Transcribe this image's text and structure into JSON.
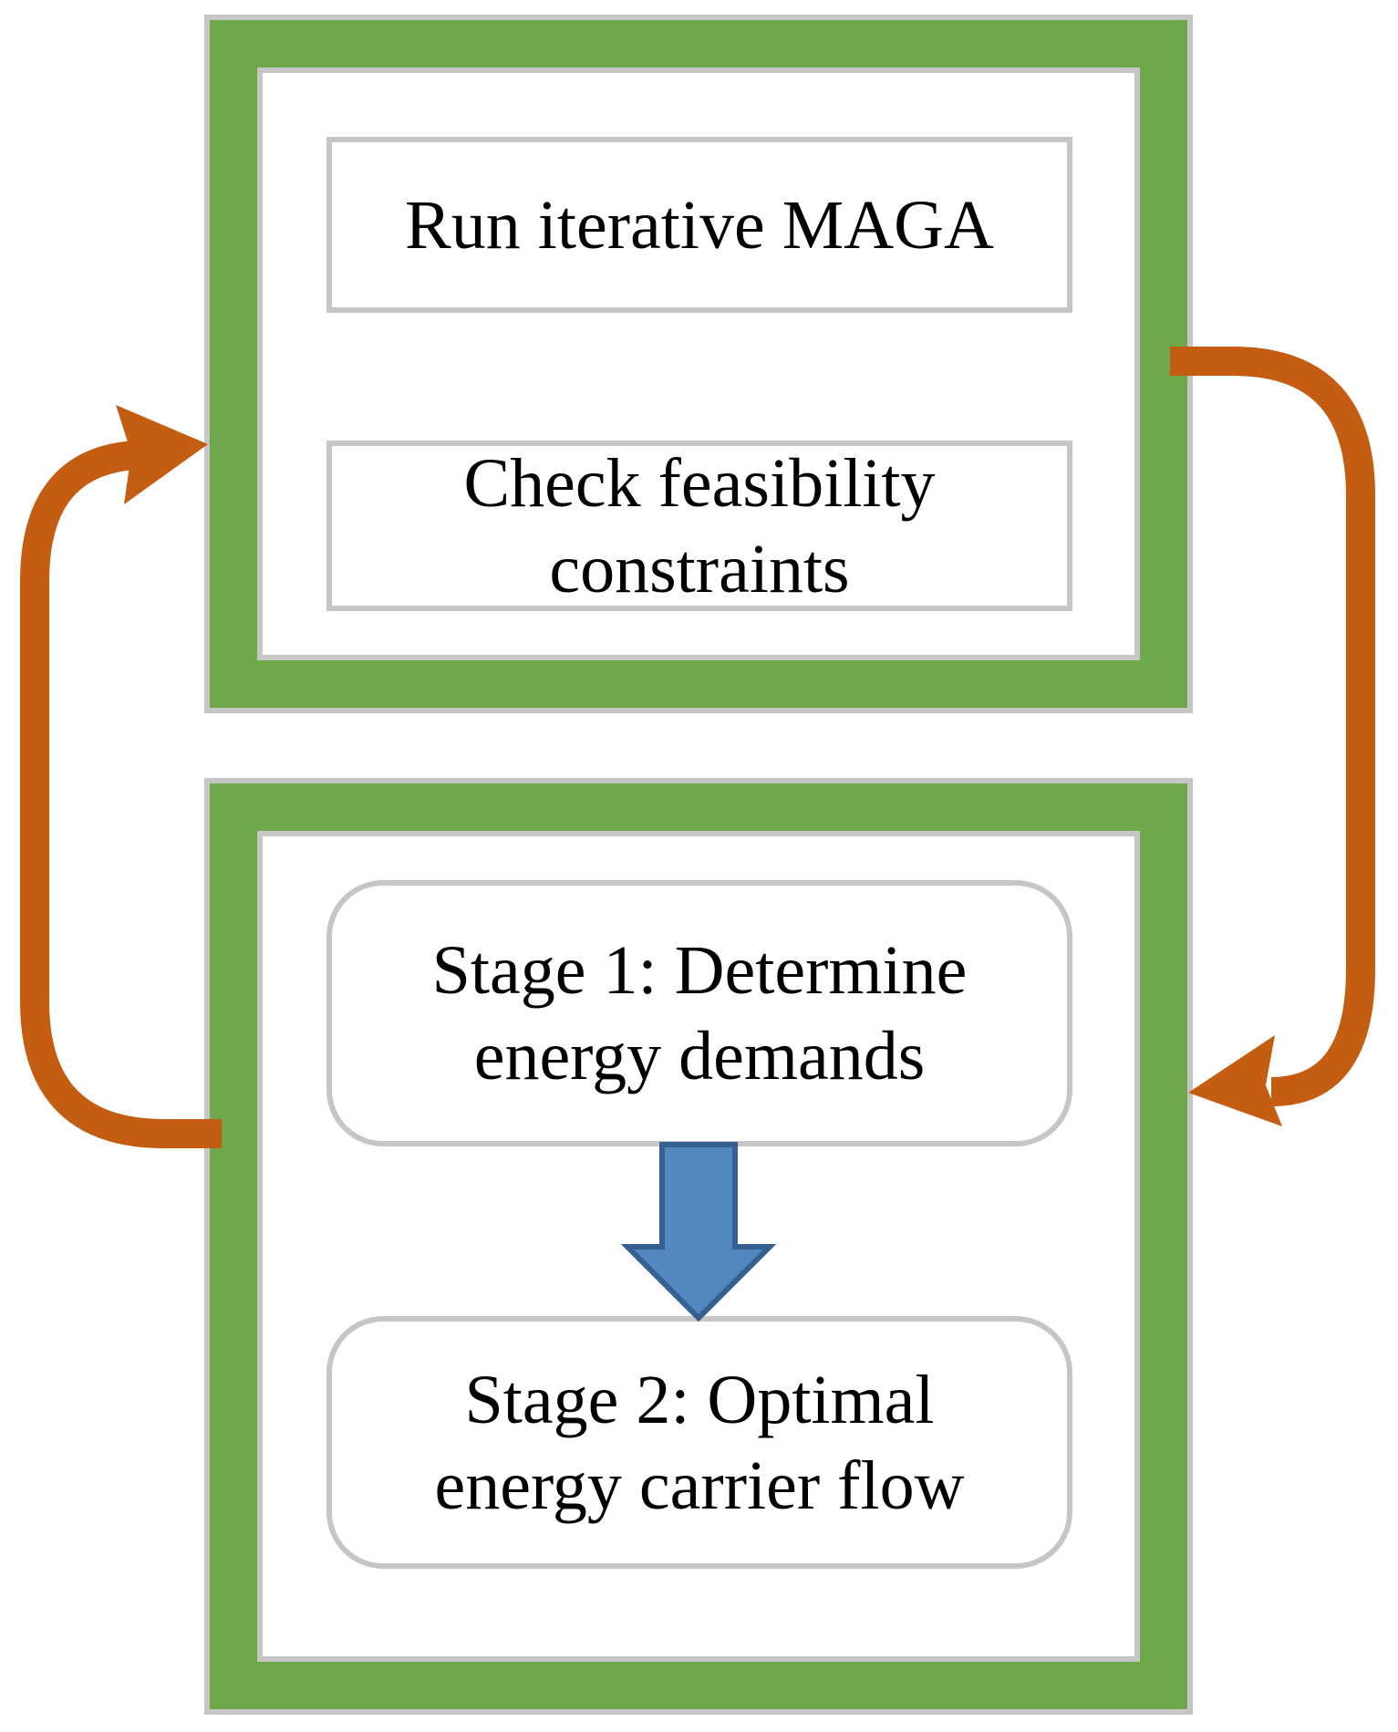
{
  "diagram": {
    "top_panel": {
      "box1_line1": "Run iterative MAGA",
      "box2_line1": "Check feasibility",
      "box2_line2": "constraints"
    },
    "bottom_panel": {
      "box1_line1": "Stage 1: Determine",
      "box1_line2": "energy demands",
      "box2_line1": "Stage 2: Optimal",
      "box2_line2": "energy carrier flow"
    },
    "arrows": {
      "right_loop": "curved-arrow-top-panel-to-bottom-panel",
      "left_loop": "curved-arrow-bottom-panel-to-top-panel",
      "down_block": "block-arrow-stage1-to-stage2"
    }
  },
  "colors": {
    "panel_green": "#6da94a",
    "border_gray": "#c6c6c6",
    "arrow_orange": "#c45c12",
    "arrow_blue_fill": "#5287c0",
    "arrow_blue_stroke": "#366092",
    "text_black": "#000000",
    "background": "#ffffff"
  }
}
